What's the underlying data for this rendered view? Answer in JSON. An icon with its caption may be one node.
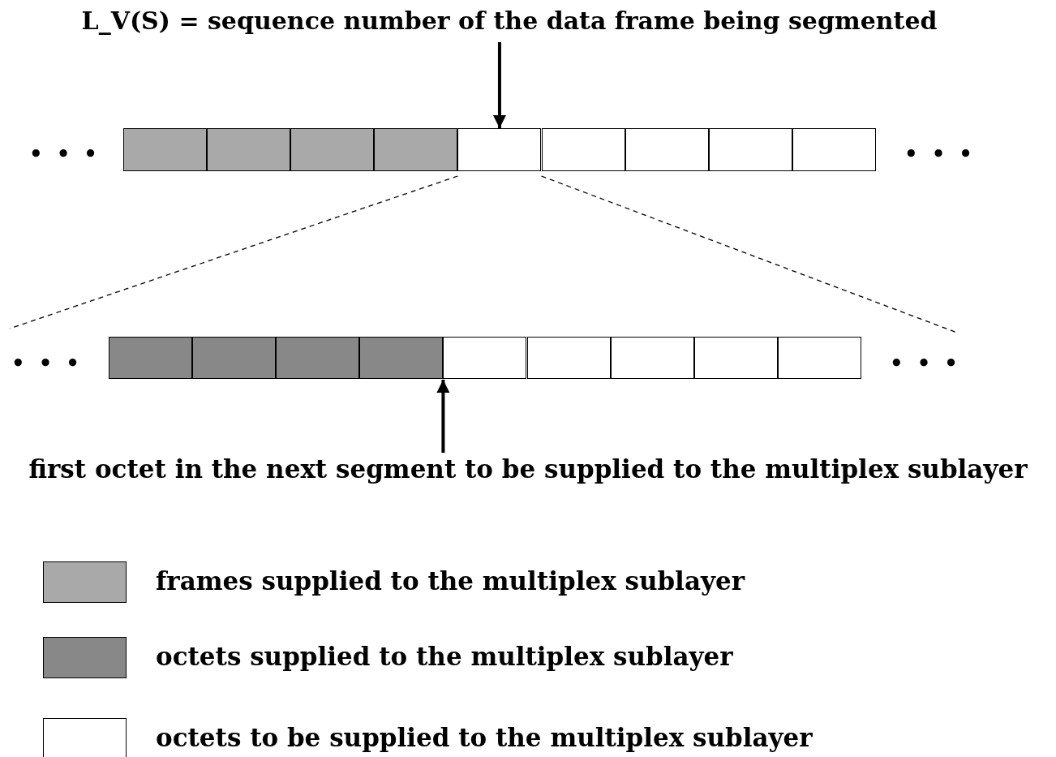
{
  "diagram": {
    "nodes": [
      {
        "text": [
          "L_V(S) = sequence number of the data frame being segmented"
        ]
      },
      {
        "text": [],
        "shape": "box"
      },
      {
        "text": [],
        "shape": "box"
      },
      {
        "text": [],
        "shape": "box"
      },
      {
        "text": [],
        "shape": "box"
      },
      {
        "text": [],
        "shape": "box"
      },
      {
        "text": [],
        "shape": "box"
      },
      {
        "text": [],
        "shape": "box"
      },
      {
        "text": [],
        "shape": "box"
      },
      {
        "text": [],
        "shape": "box"
      },
      {
        "text": [],
        "shape": "box"
      },
      {
        "text": [],
        "shape": "box"
      },
      {
        "text": [],
        "shape": "box"
      },
      {
        "text": [],
        "shape": "box"
      },
      {
        "text": [],
        "shape": "box"
      },
      {
        "text": [],
        "shape": "box"
      },
      {
        "text": [],
        "shape": "box"
      },
      {
        "text": [],
        "shape": "box"
      },
      {
        "text": [],
        "shape": "box"
      },
      {
        "text": [
          "first octet in the next segment to be supplied to the multiplex sublayer"
        ]
      }
    ],
    "edges": [
      {
        "from": 0,
        "to": 5,
        "arrow": "to",
        "style": "thick"
      },
      {
        "from": 5,
        "to": null,
        "arrow": "none",
        "style": "dashed"
      },
      {
        "from": 5,
        "to": null,
        "arrow": "none",
        "style": "dashed"
      },
      {
        "from": 19,
        "to": 14,
        "arrow": "to",
        "style": "thick"
      }
    ],
    "labels": [
      "• • •",
      "• • •",
      "• • •",
      "• • •"
    ],
    "legend": [
      {
        "text": "frames supplied to the multiplex sublayer",
        "color": "#a9a9a9"
      },
      {
        "text": "octets supplied to the multiplex sublayer",
        "color": "#888888"
      },
      {
        "text": "octets to be supplied to the multiplex sublayer",
        "color": "#ffffff"
      }
    ]
  }
}
